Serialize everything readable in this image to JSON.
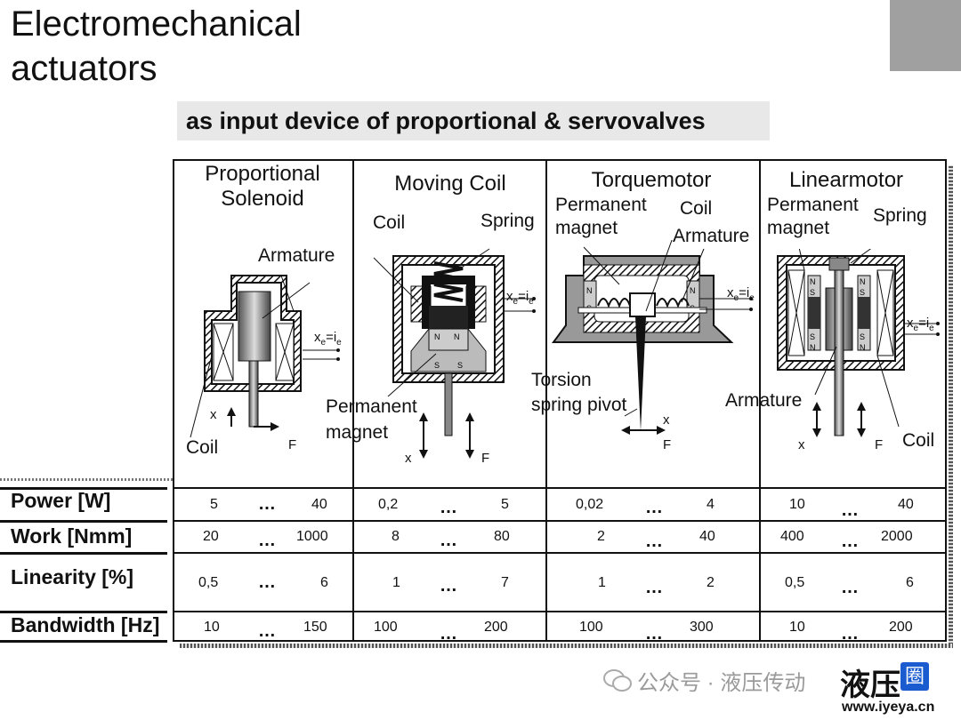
{
  "title_lines": [
    "Electromechanical",
    "actuators"
  ],
  "subtitle": "as input device of proportional & servovalves",
  "columns": [
    {
      "header": [
        "Proportional",
        "Solenoid"
      ],
      "labels": {
        "armature": "Armature",
        "coil": "Coil",
        "x": "x",
        "f": "F",
        "xe": "x"
      }
    },
    {
      "header": [
        "Moving Coil"
      ],
      "labels": {
        "coil": "Coil",
        "spring": "Spring",
        "pm1": "Permanent",
        "pm2": "magnet",
        "x": "x",
        "f": "F",
        "n": "N",
        "s": "S"
      }
    },
    {
      "header": [
        "Torquemotor"
      ],
      "labels": {
        "pm1": "Permanent",
        "pm2": "magnet",
        "coil": "Coil",
        "armature": "Armature",
        "t1": "Torsion",
        "t2": "spring pivot",
        "x": "x",
        "f": "F",
        "n": "N",
        "s": "S"
      }
    },
    {
      "header": [
        "Linearmotor"
      ],
      "labels": {
        "pm1": "Permanent",
        "pm2": "magnet",
        "spring": "Spring",
        "armature": "Armature",
        "coil": "Coil",
        "x": "x",
        "f": "F",
        "n": "N",
        "s": "S"
      }
    }
  ],
  "xe_label": {
    "base": "x",
    "sub1": "e",
    "eq": "=i",
    "sub2": "e"
  },
  "rows": [
    {
      "label": "Power [W]",
      "cells": [
        [
          "5",
          "40"
        ],
        [
          "0,2",
          "5"
        ],
        [
          "0,02",
          "4"
        ],
        [
          "10",
          "40"
        ]
      ]
    },
    {
      "label": "Work [Nmm]",
      "cells": [
        [
          "20",
          "1000"
        ],
        [
          "8",
          "80"
        ],
        [
          "2",
          "40"
        ],
        [
          "400",
          "2000"
        ]
      ]
    },
    {
      "label": "Linearity [%]",
      "cells": [
        [
          "0,5",
          "6"
        ],
        [
          "1",
          "7"
        ],
        [
          "1",
          "2"
        ],
        [
          "0,5",
          "6"
        ]
      ]
    },
    {
      "label": "Bandwidth [Hz]",
      "cells": [
        [
          "10",
          "150"
        ],
        [
          "100",
          "200"
        ],
        [
          "100",
          "300"
        ],
        [
          "10",
          "200"
        ]
      ]
    }
  ],
  "ellipsis": "…",
  "watermark": {
    "text": "公众号 · 液压传动",
    "logo": "液压",
    "logo_box": "圈",
    "url": "www.iyeya.cn"
  }
}
